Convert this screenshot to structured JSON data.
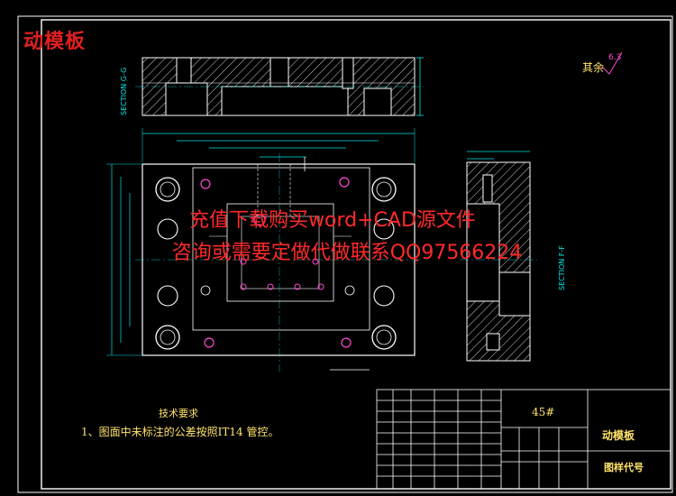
{
  "page_title": "动模板",
  "watermark": {
    "line1": "充值下载购买word+CAD源文件",
    "line2": "咨询或需要定做代做联系QQ97566224"
  },
  "section_labels": {
    "top": "SECTION G-G",
    "right": "SECTION F-F"
  },
  "roughness": {
    "label": "其余",
    "value": "6.3"
  },
  "tech_requirements": {
    "title": "技术要求",
    "item1": "1、图面中未标注的公差按照IT14 管控。"
  },
  "title_block": {
    "material": "45#",
    "part_name": "动模板",
    "drawing_no_label": "图样代号"
  },
  "colors": {
    "outline": "#ffffff",
    "dimension": "#00e5e5",
    "hole": "#ffffff",
    "marker": "#ff4bd8",
    "hatch": "#ffffff",
    "title": "#e02020",
    "text": "#ffe36a"
  }
}
